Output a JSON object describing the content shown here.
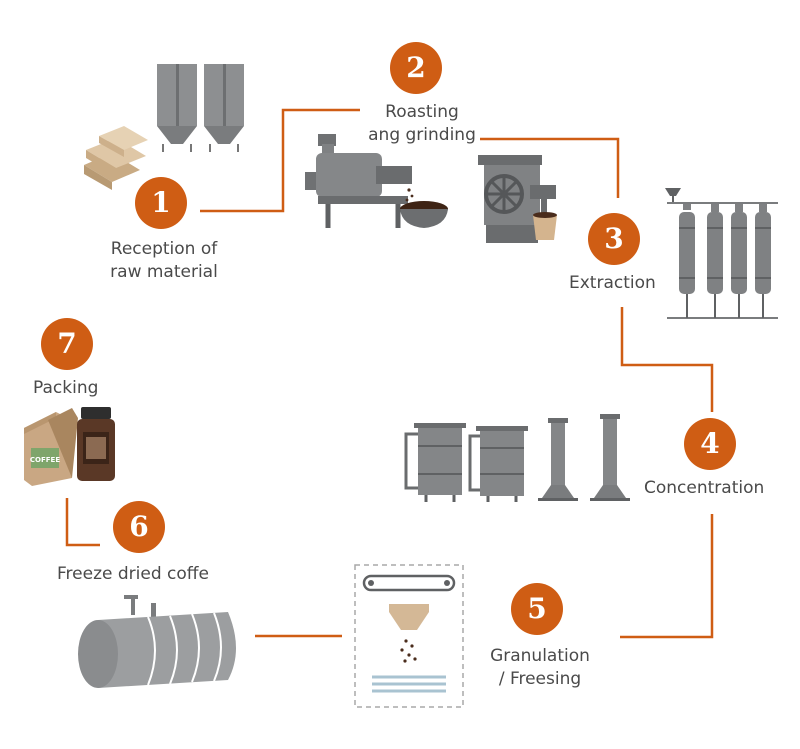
{
  "colors": {
    "accent": "#cf5d14",
    "machine": "#8a8c8e",
    "machine_dark": "#5f6163",
    "sack": "#dcc4a4",
    "coffee": "#4a2c1c"
  },
  "steps": [
    {
      "number": "1",
      "label_lines": [
        "Reception of",
        "raw material"
      ]
    },
    {
      "number": "2",
      "label_lines": [
        "Roasting",
        "ang grinding"
      ]
    },
    {
      "number": "3",
      "label_lines": [
        "Extraction"
      ]
    },
    {
      "number": "4",
      "label_lines": [
        "Concentration"
      ]
    },
    {
      "number": "5",
      "label_lines": [
        "Granulation",
        "/ Freesing"
      ]
    },
    {
      "number": "6",
      "label_lines": [
        "Freeze dried coffe"
      ]
    },
    {
      "number": "7",
      "label_lines": [
        "Packing"
      ]
    }
  ],
  "packaging": {
    "bag_text": "COFFEE"
  },
  "icons": {
    "step1": "silos-and-sacks-icon",
    "step2": "roaster-and-grinder-icon",
    "step3": "extraction-columns-icon",
    "step4": "concentration-tanks-icon",
    "step5": "granulation-conveyor-icon",
    "step6": "freeze-drying-drum-icon",
    "step7": "coffee-bag-and-jar-icon"
  }
}
